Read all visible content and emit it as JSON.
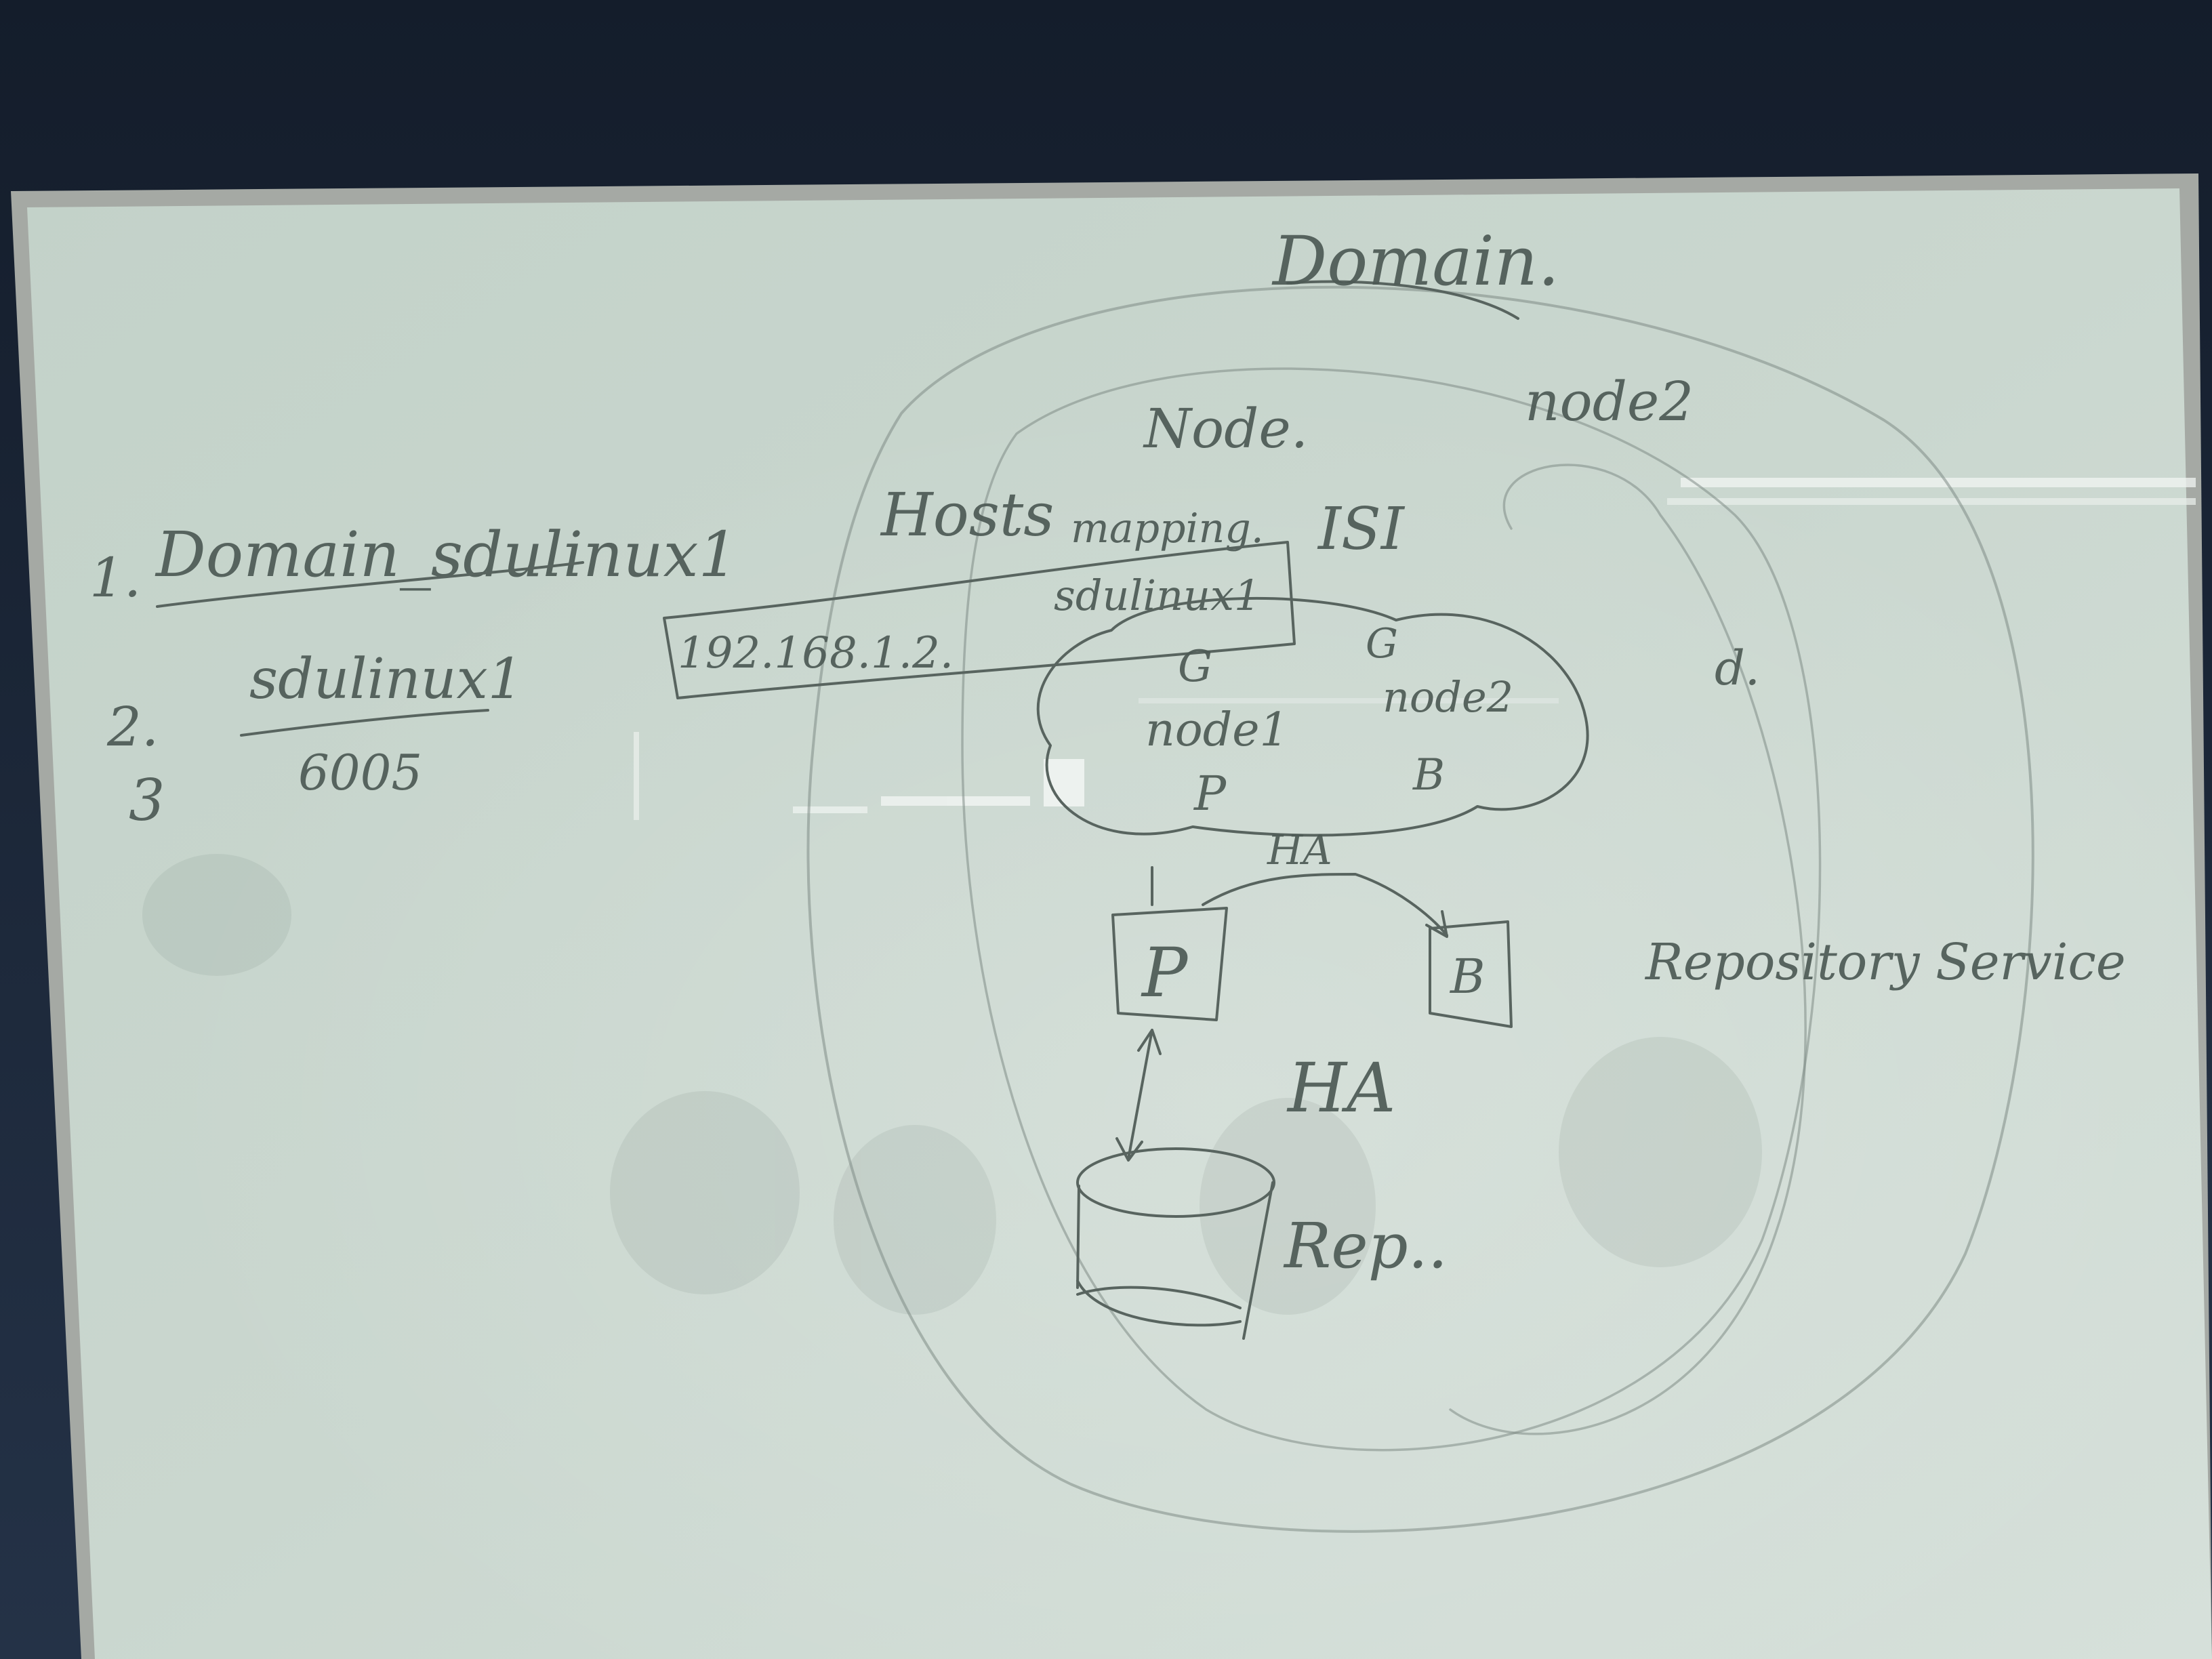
{
  "board": {
    "colors": {
      "wall": "#1b2637",
      "frame": "#a8aba6",
      "surface": "#c9d6cd",
      "ink": "#4f5b56"
    },
    "left_list": {
      "item1_number": "1.",
      "item1_text": "Domain_sdulinux1",
      "item2_number": "2.",
      "item2_text": "sdulinux1",
      "item3_number": "3",
      "item3_text": "6005"
    },
    "diagram": {
      "domain_label": "Domain.",
      "node_label": "Node.",
      "node2_top_label": "node2",
      "hosts_label": "Hosts",
      "mapping_label": "mapping.",
      "host_name": "sdulinux1",
      "ip_address": "192.168.1.2.",
      "isi_label": "ISI",
      "g_left": "G",
      "g_right": "G",
      "node1_label": "node1",
      "node2_cloud_label": "node2",
      "p_small": "P",
      "b_small": "B",
      "ha_arrow_label": "HA",
      "p_box": "P",
      "b_box": "B",
      "ha_center": "HA",
      "rep_label": "Rep..",
      "d_label": "d.",
      "repository_label": "Repository Service"
    }
  }
}
